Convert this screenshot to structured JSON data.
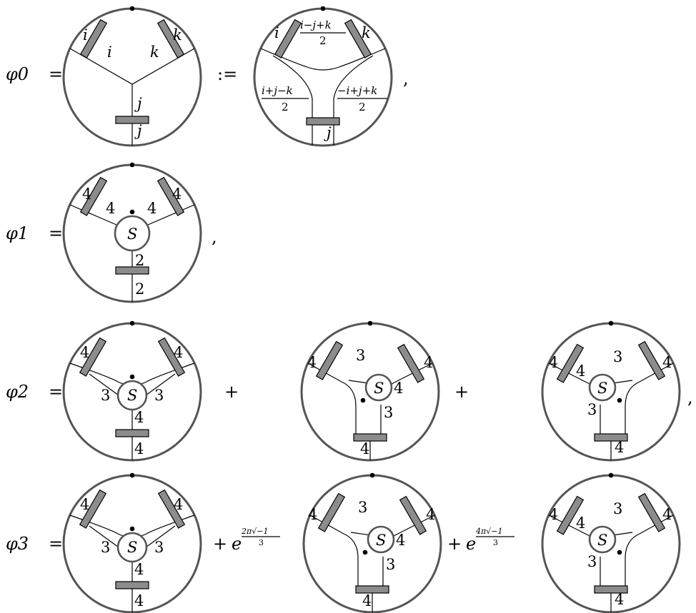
{
  "rows": [
    {
      "lhs": "φ0",
      "diagram": {
        "left": "i",
        "mid_left": "i",
        "right": "k",
        "mid_right": "k",
        "mid_bottom": "j",
        "bottom": "j"
      },
      "assign": ":=",
      "expanded": {
        "left": "i",
        "right": "k",
        "bottom": "j",
        "top_num": "i−j+k",
        "left_num": "i+j−k",
        "right_num": "−i+j+k",
        "den": "2"
      },
      "tail": ","
    },
    {
      "lhs": "φ1",
      "diagram": {
        "outer_left": "4",
        "inner_left": "4",
        "outer_right": "4",
        "inner_right": "4",
        "inner_bottom": "2",
        "outer_bottom": "2",
        "center": "S"
      },
      "tail": ","
    },
    {
      "lhs": "φ2",
      "terms": [
        {
          "outer_left": "4",
          "outer_right": "4",
          "inner_left": "3",
          "inner_right": "3",
          "inner_bottom": "4",
          "outer_bottom": "4",
          "center": "S"
        },
        {
          "outer_left": "4",
          "outer_right": "4",
          "inner_left": "3",
          "inner_right": "4",
          "inner_bottom": "3",
          "outer_bottom": "4",
          "center": "S"
        },
        {
          "outer_left": "4",
          "outer_right": "4",
          "inner_left": "4",
          "inner_right": "3",
          "inner_bottom": "3",
          "outer_bottom": "4",
          "center": "S"
        }
      ],
      "op": "+",
      "tail": ","
    },
    {
      "lhs": "φ3",
      "terms": [
        {
          "outer_left": "4",
          "outer_right": "4",
          "inner_left": "3",
          "inner_right": "3",
          "inner_bottom": "4",
          "outer_bottom": "4",
          "center": "S"
        },
        {
          "outer_left": "4",
          "outer_right": "4",
          "inner_left": "3",
          "inner_right": "4",
          "inner_bottom": "3",
          "outer_bottom": "4",
          "center": "S"
        },
        {
          "outer_left": "4",
          "outer_right": "4",
          "inner_left": "4",
          "inner_right": "3",
          "inner_bottom": "3",
          "outer_bottom": "4",
          "center": "S"
        }
      ],
      "op": "+",
      "coeff_base": "e",
      "coeff1_num": "2π√−1",
      "coeff2_num": "4π√−1",
      "coeff_den": "3"
    }
  ]
}
